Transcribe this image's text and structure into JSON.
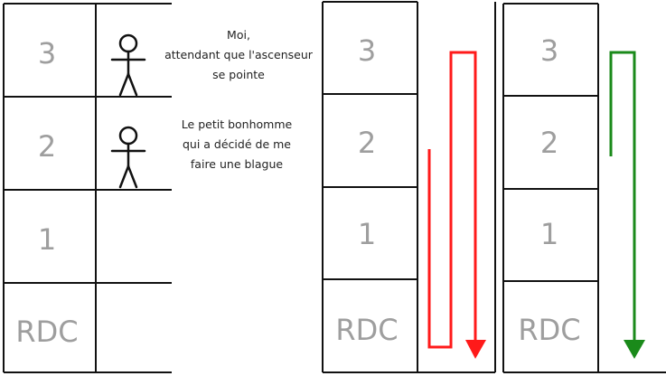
{
  "panels": [
    {
      "floors": [
        "3",
        "2",
        "1",
        "RDC"
      ],
      "people": [
        "me",
        "prankster"
      ]
    },
    {
      "floors": [
        "3",
        "2",
        "1",
        "RDC"
      ],
      "path_color": "#ff1a1a",
      "path": [
        "2",
        "RDC",
        "3",
        "RDC"
      ]
    },
    {
      "floors": [
        "3",
        "2",
        "1",
        "RDC"
      ],
      "path_color": "#1a8a1a",
      "path": [
        "2",
        "3",
        "RDC"
      ]
    }
  ],
  "captions": {
    "me": [
      "Moi,",
      "attendant que l'ascenseur",
      "se pointe"
    ],
    "prankster": [
      "Le petit bonhomme",
      "qui a décidé de me",
      "faire une blague"
    ]
  },
  "icons": {
    "person": "stick-figure-icon",
    "arrow": "arrow-down-icon"
  }
}
